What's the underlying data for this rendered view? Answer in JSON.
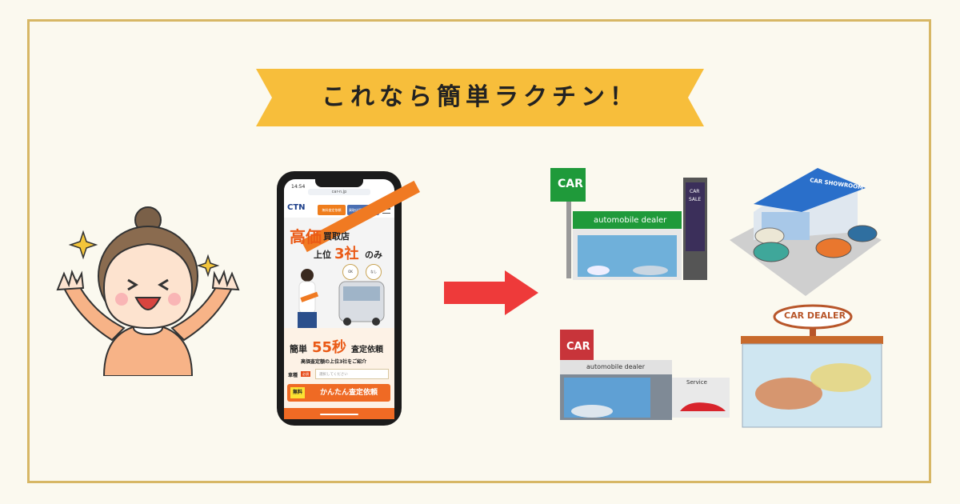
{
  "banner": {
    "title": "これなら簡単ラクチン！",
    "color": "#f7be3b"
  },
  "phone": {
    "time": "14:54",
    "url": "car-n.jp",
    "logo": "CTN",
    "header_btn1": "無料査定依頼",
    "header_btn2": "買取店探しはこちら",
    "hero_big": "高価",
    "hero_small": "買取店",
    "rank_prefix": "上位",
    "rank_big": "3社",
    "rank_suffix": "のみ",
    "badge1": "OK",
    "badge2": "なし",
    "cta_prefix": "簡単",
    "cta_big": "55秒",
    "cta_suffix": "査定依頼",
    "cta_sub": "高価査定額の上位3社をご紹介",
    "field_label": "車種",
    "required": "必須",
    "placeholder": "選択してください",
    "free": "無料",
    "button": "かんたん査定依頼"
  },
  "dealers": {
    "d1_sign": "CAR",
    "d1_banner": "automobile dealer",
    "d1_tower_top": "CAR",
    "d1_tower_bottom": "SALE",
    "d2_sign": "CAR SHOWROOM",
    "d3_sign": "CAR",
    "d3_banner": "automobile dealer",
    "d3_service": "Service",
    "d4_sign": "CAR DEALER"
  },
  "colors": {
    "frame": "#d7b765",
    "arrow": "#ee3a3a",
    "accent": "#ef6a24",
    "green": "#1f9a3a",
    "blue": "#2a6fca"
  }
}
